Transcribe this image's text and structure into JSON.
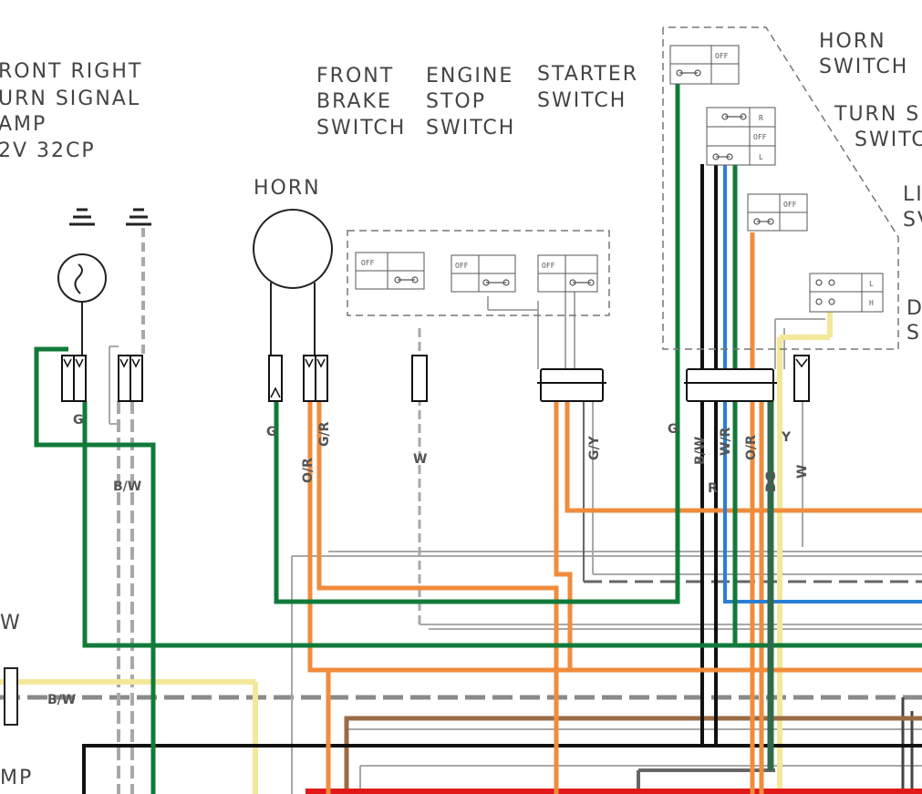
{
  "labels": {
    "front_right_turn": [
      "RONT RIGHT",
      "URN SIGNAL",
      "AMP",
      "2V 32CP"
    ],
    "front_brake": [
      "FRONT",
      "BRAKE",
      "SWITCH"
    ],
    "engine_stop": [
      "ENGINE",
      "STOP",
      "SWITCH"
    ],
    "starter": [
      "STARTER",
      "SWITCH"
    ],
    "horn_switch": [
      "HORN",
      "SWITCH"
    ],
    "turn_switch": [
      "TURN S",
      "SWITC"
    ],
    "light_switch": [
      "LI",
      "SV"
    ],
    "dimmer_switch": [
      "D",
      "S"
    ],
    "horn": "HORN",
    "left_w": "W",
    "left_mp": "MP"
  },
  "switch_text": {
    "off": "OFF",
    "r": "R",
    "l": "L",
    "h": "H"
  },
  "wire_labels": {
    "g1": "G",
    "bw1": "B/W",
    "g2": "G",
    "or1": "O/R",
    "gr": "G/R",
    "w1": "W",
    "gy": "G/Y",
    "g3": "G",
    "bw2": "B/W",
    "r": "R",
    "wr": "W/R",
    "or2": "O/R",
    "dg": "DG",
    "y": "Y",
    "w2": "W",
    "bw3": "B/W"
  },
  "colors": {
    "green": "#117a3a",
    "orange": "#f08c3c",
    "blue": "#2a7fd4",
    "brown": "#9a6b45",
    "red": "#e01818",
    "black": "#111111",
    "yellow": "#f3e89a",
    "gray": "#9a9a9a"
  }
}
